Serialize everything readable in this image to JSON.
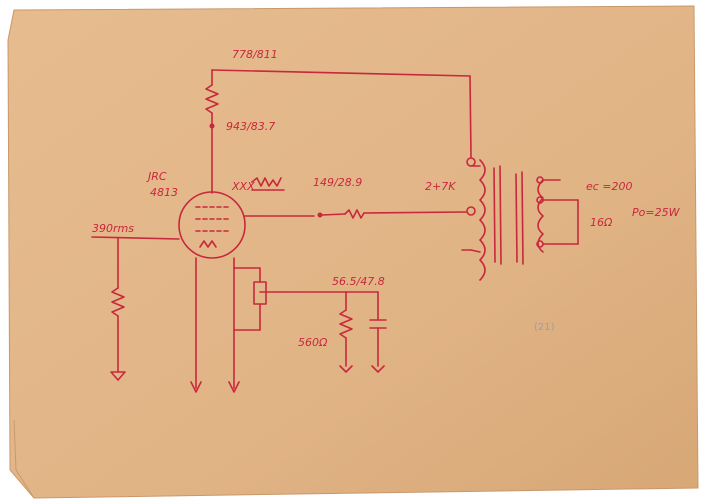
{
  "labels": {
    "b_plus": "778/811",
    "screen_resistor": "943/83.7",
    "tube_maker": "JRC",
    "tube_type": "4813",
    "tube_note": "XXX",
    "grid_resistor": "149/28.9",
    "plate_load": "2+7K",
    "input": "390rms",
    "cathode_voltage": "56.5/47.8",
    "cathode_resistor": "560Ω",
    "speaker": "16Ω",
    "ec": "ec =200",
    "po": "Po=25W",
    "pencil_note": "(21)"
  },
  "colors": {
    "ink": "#c8283c",
    "paper": "#e3b789",
    "paper_edge": "#c9986a",
    "pencil": "#9aa0a4"
  }
}
